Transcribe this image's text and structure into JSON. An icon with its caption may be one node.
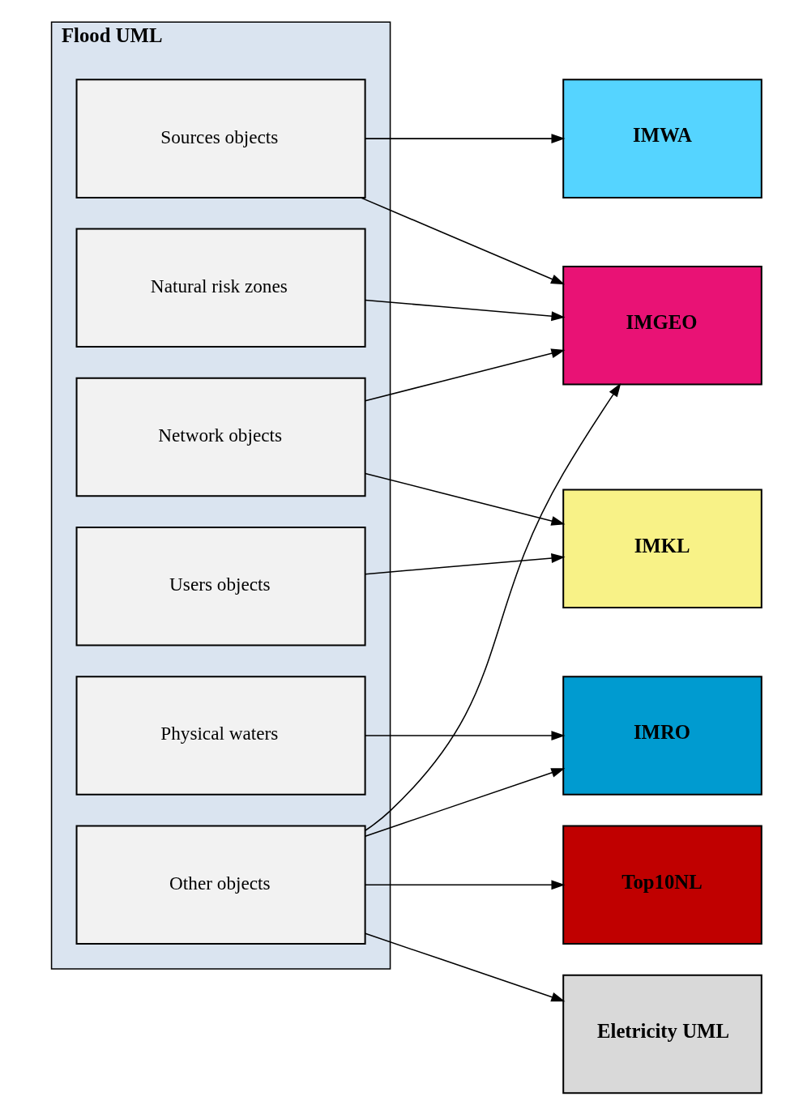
{
  "diagram": {
    "nodes": [
      {
        "text": [
          "Flood UML"
        ]
      },
      {
        "text": [
          "Sources objects"
        ],
        "in": 0
      },
      {
        "text": [
          "Network objects"
        ],
        "in": 0
      },
      {
        "text": [
          "Users objects"
        ],
        "in": 0
      },
      {
        "text": [
          "Other objects"
        ],
        "in": 0
      },
      {
        "text": [
          "Natural risk zones"
        ],
        "in": 0
      },
      {
        "text": [
          "Physical waters"
        ],
        "in": 0
      },
      {
        "text": [
          "IMWA"
        ]
      },
      {
        "text": [
          "IMGEO"
        ]
      },
      {
        "text": [
          "IMKL"
        ]
      },
      {
        "text": [
          "IMRO"
        ]
      },
      {
        "text": [
          "Top10NL"
        ]
      },
      {
        "text": [
          "Eletricity UML"
        ]
      }
    ],
    "edges": [
      {
        "from": 1,
        "to": 7,
        "arrow": "to"
      },
      {
        "from": 1,
        "to": 8,
        "arrow": "to"
      },
      {
        "from": 2,
        "to": 8,
        "arrow": "to"
      },
      {
        "from": 2,
        "to": 9,
        "arrow": "to"
      },
      {
        "from": 3,
        "to": 9,
        "arrow": "to"
      },
      {
        "from": 4,
        "to": 8,
        "arrow": "to"
      },
      {
        "from": 4,
        "to": 10,
        "arrow": "to"
      },
      {
        "from": 4,
        "to": 11,
        "arrow": "to"
      },
      {
        "from": 4,
        "to": 12,
        "arrow": "to"
      },
      {
        "from": 5,
        "to": 8,
        "arrow": "to"
      },
      {
        "from": 6,
        "to": 10,
        "arrow": "to"
      }
    ]
  }
}
